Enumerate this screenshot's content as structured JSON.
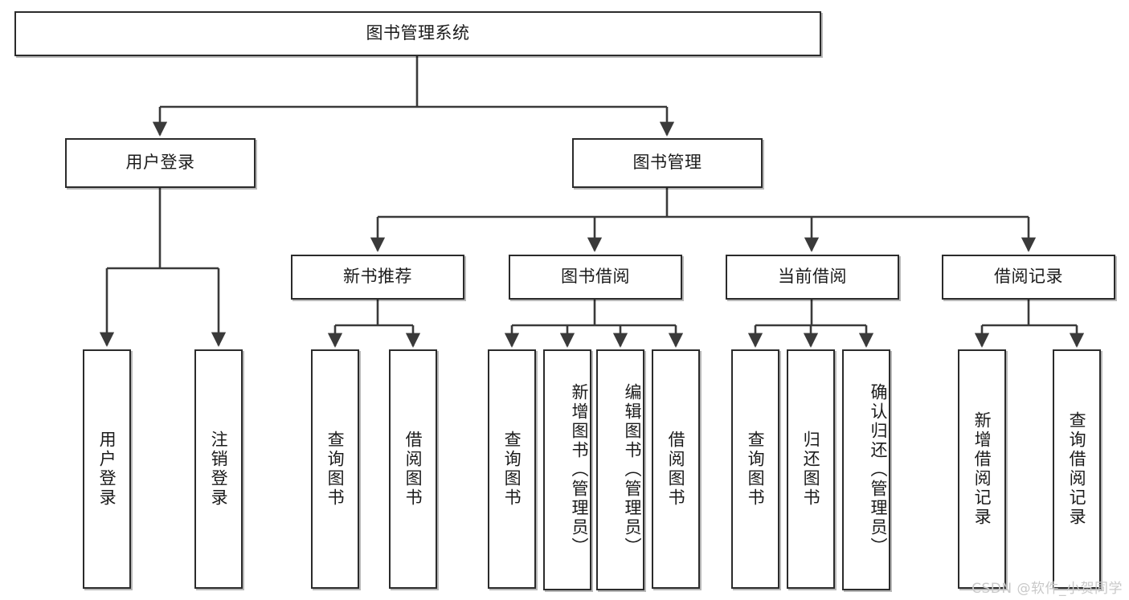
{
  "diagram": {
    "title": "图书管理系统",
    "type": "functional-structure-tree",
    "root": {
      "id": "root",
      "label": "图书管理系统"
    },
    "level2": [
      {
        "id": "user-login",
        "label": "用户登录"
      },
      {
        "id": "book-manage",
        "label": "图书管理"
      }
    ],
    "level3": [
      {
        "id": "new-book-rec",
        "label": "新书推荐",
        "parent": "book-manage"
      },
      {
        "id": "book-borrow",
        "label": "图书借阅",
        "parent": "book-manage"
      },
      {
        "id": "current-borrow",
        "label": "当前借阅",
        "parent": "book-manage"
      },
      {
        "id": "borrow-record",
        "label": "借阅记录",
        "parent": "book-manage"
      }
    ],
    "leaves": [
      {
        "id": "leaf-user-login",
        "label": "用户登录",
        "parent": "user-login"
      },
      {
        "id": "leaf-user-logout",
        "label": "注销登录",
        "parent": "user-login"
      },
      {
        "id": "leaf-rec-query-book",
        "label": "查询图书",
        "parent": "new-book-rec"
      },
      {
        "id": "leaf-rec-borrow-book",
        "label": "借阅图书",
        "parent": "new-book-rec"
      },
      {
        "id": "leaf-borrow-query-book",
        "label": "查询图书",
        "parent": "book-borrow"
      },
      {
        "id": "leaf-borrow-add-book",
        "label": "新增图书（管理员）",
        "parent": "book-borrow"
      },
      {
        "id": "leaf-borrow-edit-book",
        "label": "编辑图书（管理员）",
        "parent": "book-borrow"
      },
      {
        "id": "leaf-borrow-borrow-book",
        "label": "借阅图书",
        "parent": "book-borrow"
      },
      {
        "id": "leaf-cur-query-book",
        "label": "查询图书",
        "parent": "current-borrow"
      },
      {
        "id": "leaf-cur-return-book",
        "label": "归还图书",
        "parent": "current-borrow"
      },
      {
        "id": "leaf-cur-confirm-return",
        "label": "确认归还（管理员）",
        "parent": "current-borrow"
      },
      {
        "id": "leaf-rec-add-record",
        "label": "新增借阅记录",
        "parent": "borrow-record"
      },
      {
        "id": "leaf-rec-query-record",
        "label": "查询借阅记录",
        "parent": "borrow-record"
      }
    ],
    "watermark": "CSDN @软件_小贺同学",
    "colors": {
      "background": "#ffffff",
      "border": "#2b2b2b",
      "text": "#1b1b1b",
      "connector": "#3a3a3a",
      "watermark": "#c9c9c9"
    }
  }
}
